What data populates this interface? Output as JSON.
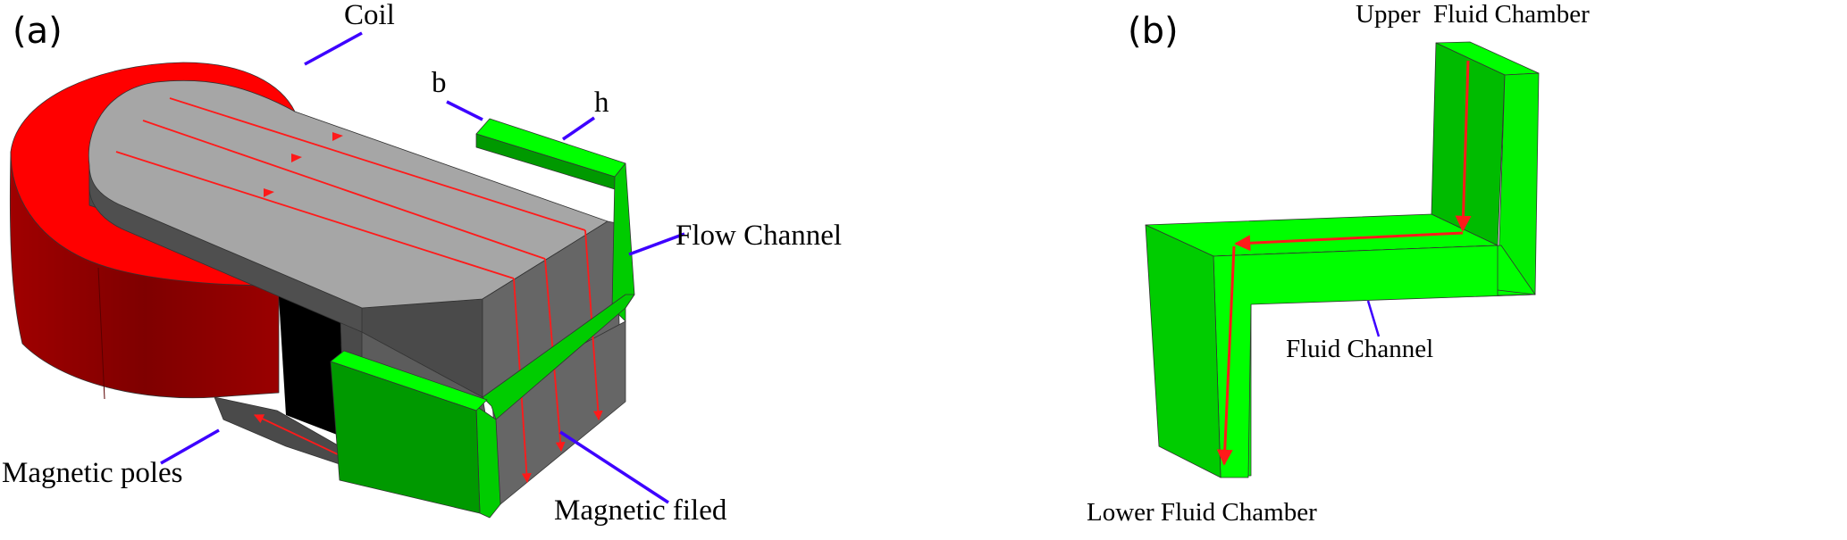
{
  "figure": {
    "panel_a": {
      "label": "(a)",
      "callouts": {
        "coil": "Coil",
        "b": "b",
        "h": "h",
        "flow_channel": "Flow Channel",
        "magnetic_poles": "Magnetic poles",
        "magnetic_field": "Magnetic filed"
      }
    },
    "panel_b": {
      "label": "(b)",
      "callouts": {
        "upper_chamber": "Upper  Fluid Chamber",
        "fluid_channel": "Fluid Channel",
        "lower_chamber": "Lower Fluid Chamber"
      }
    }
  },
  "colors": {
    "coil_top": "#ff0000",
    "coil_side": "#8b0000",
    "core_top": "#a6a6a6",
    "core_side_dark": "#4a4a4a",
    "core_side_mid": "#666666",
    "channel_bright": "#00ff00",
    "channel_mid": "#00cc00",
    "channel_dark": "#009900",
    "leader": "#3d00ff",
    "field_lines": "#ff1a1a"
  }
}
